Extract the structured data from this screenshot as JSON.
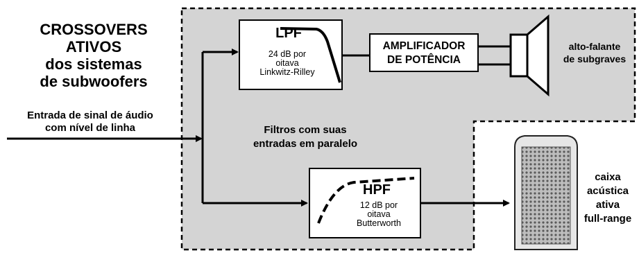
{
  "title": {
    "line1": "CROSSOVERS",
    "line2": "ATIVOS",
    "line3": "dos sistemas",
    "line4": "de subwoofers"
  },
  "input_label": {
    "line1": "Entrada de sinal de áudio",
    "line2": "com nível de linha"
  },
  "lpf": {
    "name": "LPF",
    "line1": "24 dB por",
    "line2": "oitava",
    "line3": "Linkwitz-Rilley"
  },
  "amplifier": {
    "line1": "AMPLIFICADOR",
    "line2": "DE POTÊNCIA"
  },
  "subwoofer_label": {
    "line1": "alto-falante",
    "line2": "de subgraves"
  },
  "parallel_note": {
    "line1": "Filtros com suas",
    "line2": "entradas em paralelo"
  },
  "hpf": {
    "name": "HPF",
    "line1": "12 dB por",
    "line2": "oitava",
    "line3": "Butterworth"
  },
  "fullrange_label": {
    "line1": "caixa",
    "line2": "acústica",
    "line3": "ativa",
    "line4": "full-range"
  },
  "colors": {
    "panel": "#d4d4d4",
    "line": "#000000",
    "speaker_grille": "#9a9a9a"
  }
}
